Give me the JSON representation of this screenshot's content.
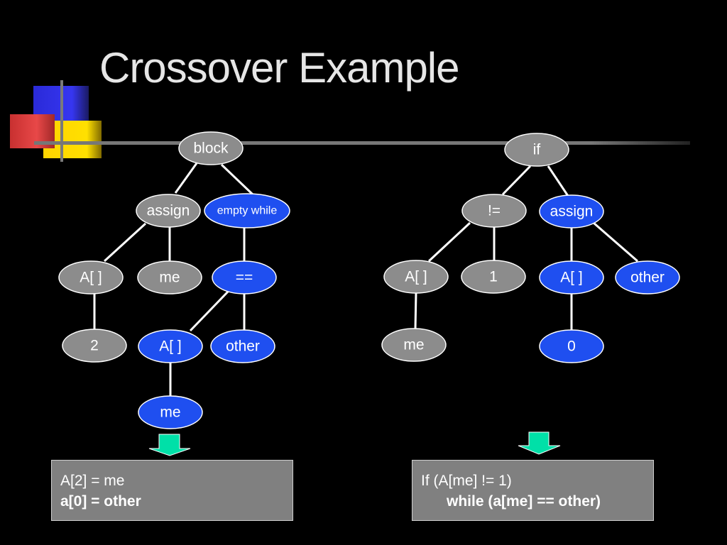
{
  "slide": {
    "title": "Crossover Example"
  },
  "colors": {
    "background": "#000000",
    "gray_node": "#8c8c8c",
    "blue_node": "#1f4ff0",
    "node_border": "#ffffff",
    "edge": "#ffffff",
    "arrow": "#00e0a8",
    "code_box": "#808080"
  },
  "left_tree": {
    "nodes": {
      "block": "block",
      "assign": "assign",
      "empty_while": "empty while",
      "a_index": "A[ ]",
      "me": "me",
      "two": "2",
      "eq": "==",
      "a_index_2": "A[ ]",
      "other": "other",
      "me_2": "me"
    }
  },
  "right_tree": {
    "nodes": {
      "if": "if",
      "neq": "!=",
      "assign": "assign",
      "a_index": "A[ ]",
      "one": "1",
      "a_index_2": "A[ ]",
      "other": "other",
      "me": "me",
      "zero": "0"
    }
  },
  "results": {
    "left": {
      "line1": "A[2] = me",
      "line2": "a[0] = other"
    },
    "right": {
      "line1": "If (A[me] != 1)",
      "line2": "while (a[me] == other)"
    }
  }
}
